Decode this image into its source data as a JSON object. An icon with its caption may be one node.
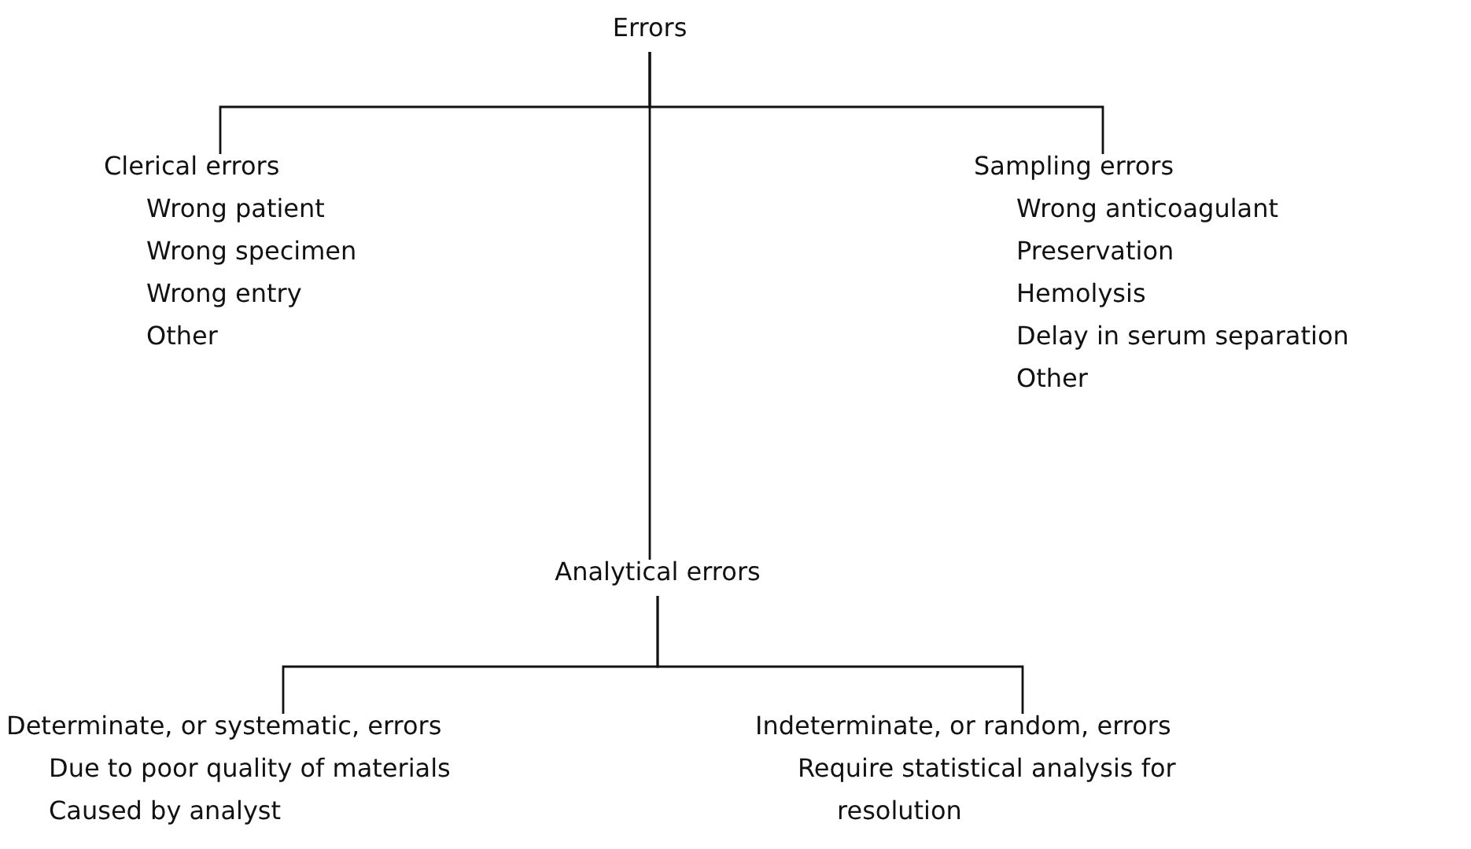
{
  "diagram": {
    "nodes": [
      {
        "text": [
          "Errors"
        ]
      },
      {
        "text": [
          "Clerical errors",
          "Wrong patient",
          "Wrong specimen",
          "Wrong entry",
          "Other"
        ]
      },
      {
        "text": [
          "Sampling errors",
          "Wrong anticoagulant",
          "Preservation",
          "Hemolysis",
          "Delay in serum separation",
          "Other"
        ]
      },
      {
        "text": [
          "Analytical errors"
        ]
      },
      {
        "text": [
          "Determinate, or systematic, errors",
          "Due to poor quality of materials",
          "Caused by analyst"
        ]
      },
      {
        "text": [
          "Indeterminate, or random, errors",
          "Require statistical analysis for resolution"
        ]
      }
    ],
    "edges": [
      {
        "from": 0,
        "to": 1,
        "arrow": "none"
      },
      {
        "from": 0,
        "to": 2,
        "arrow": "none"
      },
      {
        "from": 0,
        "to": 3,
        "arrow": "none"
      },
      {
        "from": 3,
        "to": 4,
        "arrow": "none"
      },
      {
        "from": 3,
        "to": 5,
        "arrow": "none"
      }
    ]
  }
}
